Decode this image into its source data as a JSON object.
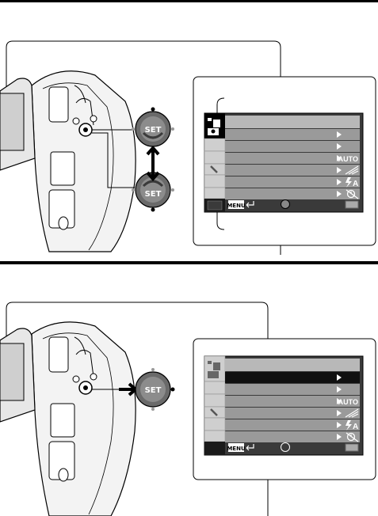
{
  "top_screen": {
    "setting_values": [
      "",
      "",
      "AUTO",
      "",
      "",
      ""
    ],
    "footer": {
      "menu_key": "MENU"
    }
  },
  "bottom_screen": {
    "setting_values": [
      "",
      "",
      "AUTO",
      "",
      "",
      ""
    ],
    "footer": {
      "menu_key": "MENU"
    }
  },
  "buttons": {
    "set_label": "SET"
  },
  "colors": {
    "rule": "#000000",
    "screen_bg": "#3a3a3a",
    "screen_header": "#b8b8b8",
    "selected_row": "#101010",
    "tab_active": "#000000",
    "tab_inactive": "#cfcfcf"
  }
}
